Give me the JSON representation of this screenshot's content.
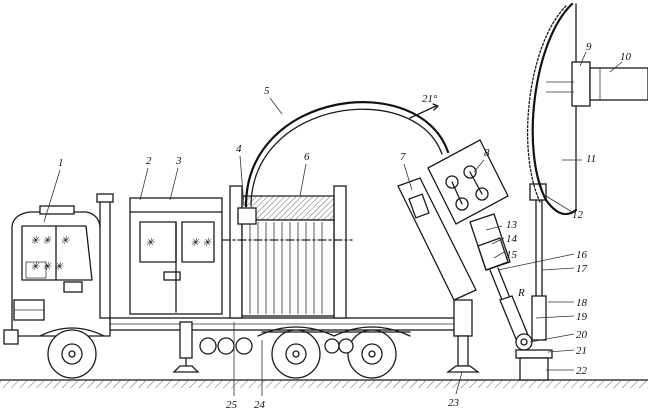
{
  "callouts": [
    "1",
    "2",
    "3",
    "4",
    "5",
    "6",
    "7",
    "8",
    "9",
    "10",
    "11",
    "12",
    "13",
    "14",
    "15",
    "16",
    "17",
    "18",
    "19",
    "20",
    "21",
    "22",
    "23",
    "24",
    "25"
  ],
  "annotations": {
    "angle": "21°",
    "radius": "R"
  }
}
